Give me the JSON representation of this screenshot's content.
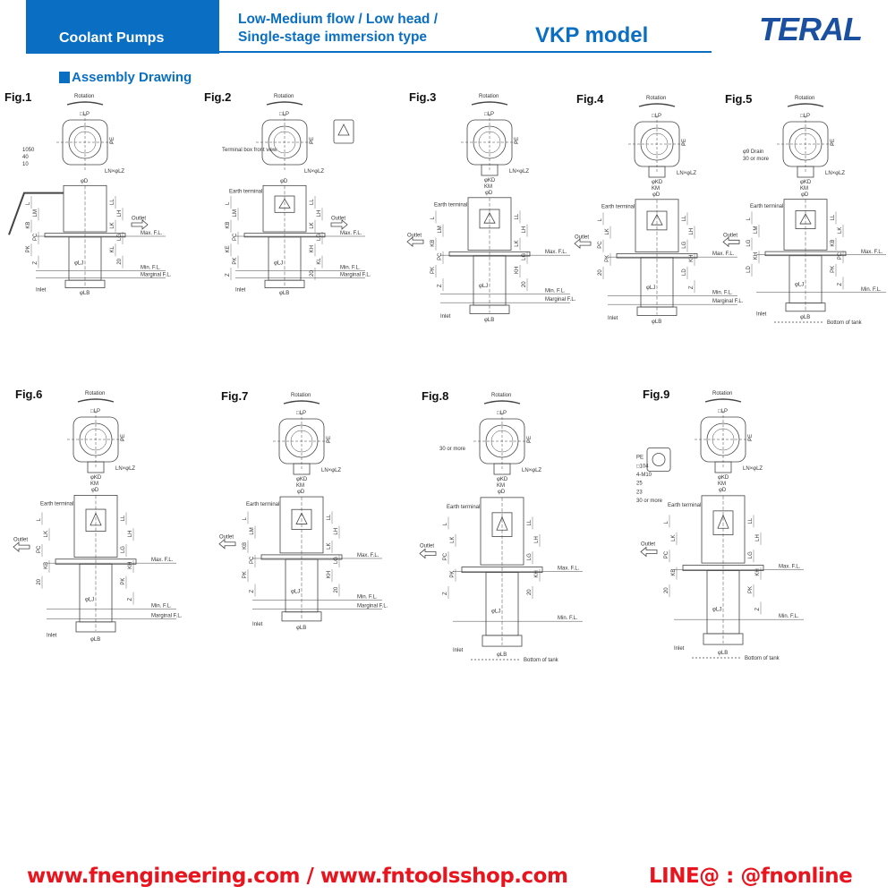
{
  "header": {
    "category": "Coolant Pumps",
    "subtitle_line1": "Low-Medium flow / Low head /",
    "subtitle_line2": "Single-stage immersion type",
    "model": "VKP model",
    "brand": "TERAL"
  },
  "section_title": "Assembly Drawing",
  "common_labels": {
    "rotation": "Rotation",
    "outlet": "Outlet",
    "inlet": "Inlet",
    "max_fl": "Max. F.L.",
    "min_fl": "Min. F.L.",
    "marginal_fl": "Marginal F.L.",
    "earth": "Earth terminal",
    "bottom": "Bottom of tank",
    "lp": "□LP",
    "lnlz": "LN×φLZ",
    "d": "φD",
    "lb": "φLB",
    "lj": "φLJ",
    "kd": "φKD",
    "km": "KM"
  },
  "figures": [
    {
      "id": "fig1",
      "label": "Fig.1",
      "dims": [
        "LL",
        "L",
        "LH",
        "LM",
        "LK",
        "KB",
        "LG",
        "PC",
        "KL",
        "PK",
        "20",
        "Z"
      ],
      "extras": [
        "cable",
        "marginal"
      ],
      "notes": [
        "1050",
        "40",
        "10"
      ]
    },
    {
      "id": "fig2",
      "label": "Fig.2",
      "dims": [
        "LL",
        "L",
        "LH",
        "LM",
        "LK",
        "KB",
        "LG",
        "PC",
        "KH",
        "KE",
        "KL",
        "PK",
        "20",
        "Z"
      ],
      "extras": [
        "earth",
        "marginal",
        "terminal_view"
      ],
      "notes": [
        "Terminal box front view"
      ]
    },
    {
      "id": "fig3",
      "label": "Fig.3",
      "dims": [
        "LL",
        "L",
        "LH",
        "LM",
        "LK",
        "KB",
        "LG",
        "PC",
        "KH",
        "PK",
        "20",
        "Z"
      ],
      "extras": [
        "earth",
        "marginal",
        "kd"
      ],
      "notes": []
    },
    {
      "id": "fig4",
      "label": "Fig.4",
      "dims": [
        "LL",
        "L",
        "LH",
        "LK",
        "LG",
        "PC",
        "KH",
        "PK",
        "LD",
        "20",
        "Z"
      ],
      "extras": [
        "earth",
        "marginal",
        "kd"
      ],
      "notes": []
    },
    {
      "id": "fig5",
      "label": "Fig.5",
      "dims": [
        "LL",
        "L",
        "LK",
        "LM",
        "KB",
        "LG",
        "PC",
        "KH",
        "PK",
        "LD",
        "Z"
      ],
      "extras": [
        "earth",
        "kd",
        "bottom30"
      ],
      "notes": [
        "φ9 Drain",
        "30 or more"
      ]
    },
    {
      "id": "fig6",
      "label": "Fig.6",
      "dims": [
        "LL",
        "L",
        "LH",
        "LK",
        "LG",
        "PC",
        "KH",
        "KB",
        "PK",
        "20",
        "Z"
      ],
      "extras": [
        "earth",
        "marginal",
        "kd"
      ],
      "notes": []
    },
    {
      "id": "fig7",
      "label": "Fig.7",
      "dims": [
        "LL",
        "L",
        "LH",
        "LM",
        "LK",
        "KB",
        "LG",
        "PC",
        "KH",
        "PK",
        "20",
        "Z"
      ],
      "extras": [
        "earth",
        "marginal",
        "kd"
      ],
      "notes": []
    },
    {
      "id": "fig8",
      "label": "Fig.8",
      "dims": [
        "LL",
        "L",
        "LH",
        "LK",
        "LG",
        "PC",
        "KH",
        "PK",
        "20",
        "Z"
      ],
      "extras": [
        "earth",
        "kd",
        "bottom30"
      ],
      "notes": [
        "30 or more"
      ]
    },
    {
      "id": "fig9",
      "label": "Fig.9",
      "dims": [
        "LL",
        "L",
        "LH",
        "LK",
        "LG",
        "PC",
        "KH",
        "KB",
        "PK",
        "20",
        "Z"
      ],
      "extras": [
        "earth",
        "kd",
        "bottom30",
        "flange"
      ],
      "notes": [
        "PE",
        "□104",
        "4-M10",
        "25",
        "23",
        "30 or more"
      ]
    }
  ],
  "footer": {
    "websites": "www.fnengineering.com / www.fntoolsshop.com",
    "line": "LINE@ : @fnonline"
  },
  "colors": {
    "brand_blue": "#0a6fc2",
    "logo_blue": "#1b4fa0",
    "footer_red": "#e8141e"
  }
}
